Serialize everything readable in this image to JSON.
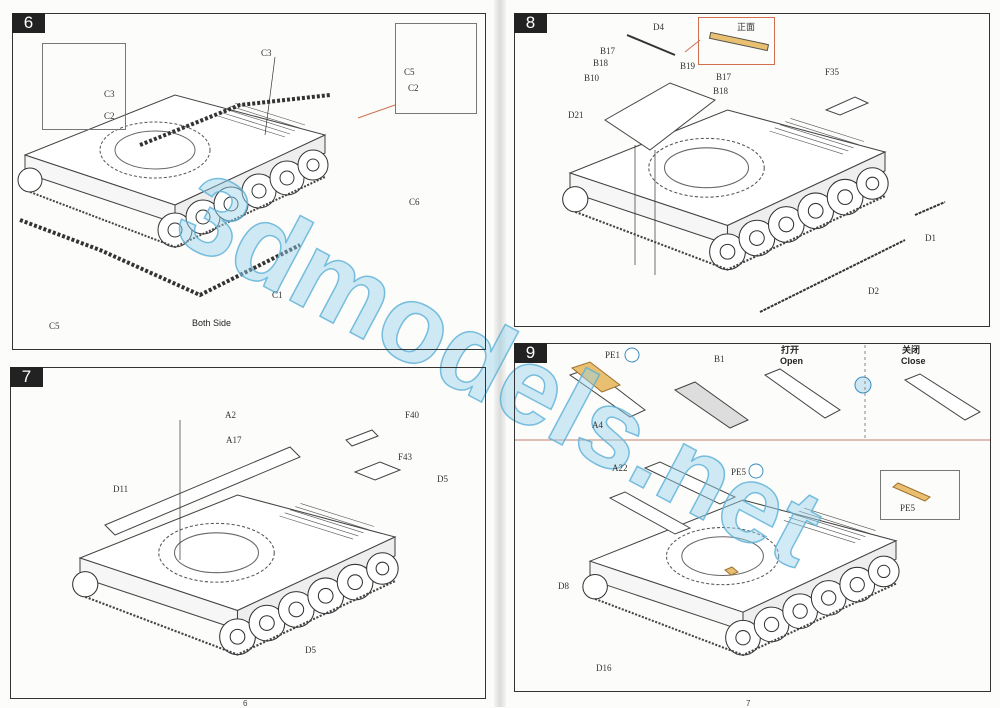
{
  "pages": {
    "left_number": "6",
    "right_number": "7"
  },
  "watermark": "3dmodels.net",
  "step6": {
    "number": "6",
    "labels": {
      "c3_top": "C3",
      "inset_c3": "C3",
      "inset_c2": "C2",
      "inset_r_c5": "C5",
      "inset_r_c2": "C2",
      "c6": "C6",
      "c1": "C1",
      "c5": "C5"
    },
    "note": "Both Side"
  },
  "step7": {
    "number": "7",
    "labels": {
      "a2": "A2",
      "a17": "A17",
      "f40": "F40",
      "f43": "F43",
      "d5": "D5",
      "d11": "D11",
      "d5_bottom": "D5"
    }
  },
  "step8": {
    "number": "8",
    "labels": {
      "d4": "D4",
      "inset_front": "正面",
      "b17a": "B17",
      "b18a": "B18",
      "b19": "B19",
      "b10": "B10",
      "b17b": "B17",
      "b18b": "B18",
      "d21": "D21",
      "f35": "F35",
      "d1": "D1",
      "d2": "D2"
    }
  },
  "step9": {
    "number": "9",
    "labels": {
      "pe1": "PE1",
      "b1": "B1",
      "a4": "A4",
      "a22": "A22",
      "pe5": "PE5",
      "inset_pe5": "PE5",
      "d8": "D8",
      "d16": "D16"
    },
    "open_cn": "打开",
    "open_en": "Open",
    "close_cn": "关闭",
    "close_en": "Close"
  },
  "colors": {
    "etch": "#e8c070",
    "callout": "#d07050",
    "info": "#3a8cc0"
  }
}
